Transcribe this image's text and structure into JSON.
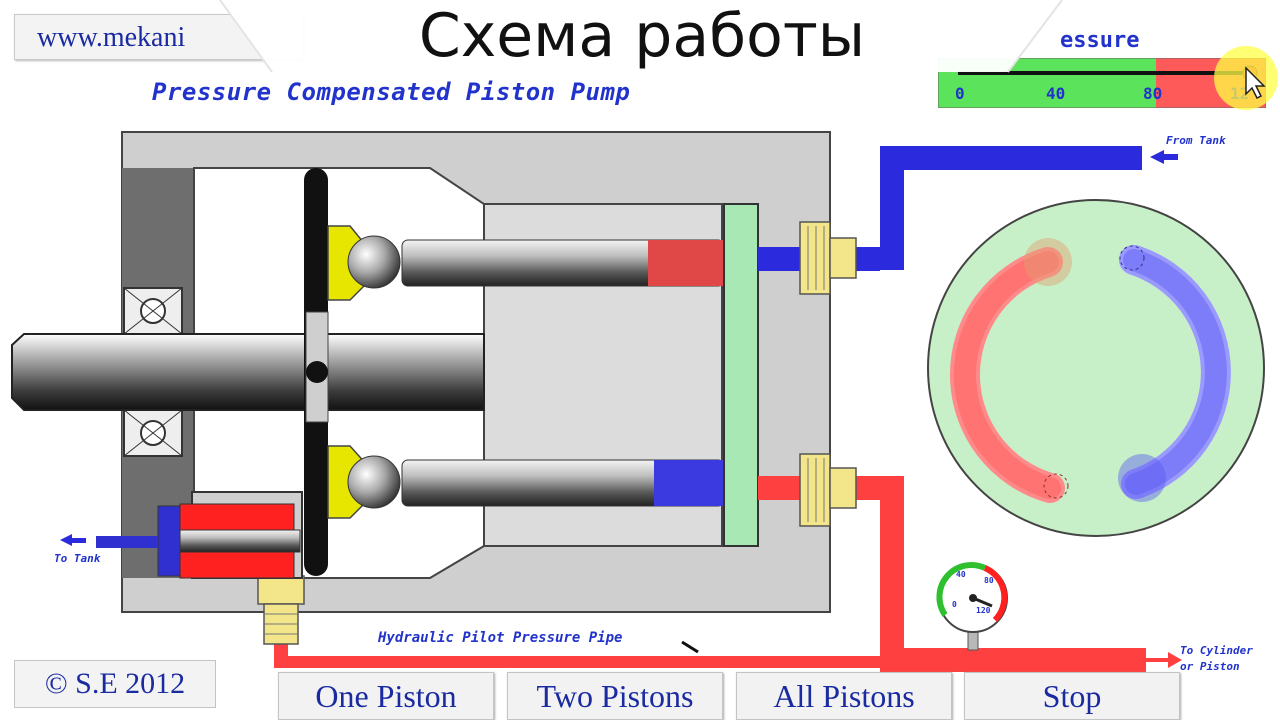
{
  "header": {
    "url_text": "www.mekani",
    "banner_title": "Схема работы",
    "subtitle": "Pressure Compensated Piston Pump"
  },
  "gauge": {
    "title": "essure",
    "scale_labels": [
      "0",
      "40",
      "80",
      "12"
    ],
    "round_gauge_labels": [
      "40",
      "80",
      "0",
      "120"
    ]
  },
  "labels": {
    "from_tank": "From Tank",
    "to_tank": "To Tank",
    "pilot_pipe": "Hydraulic Pilot Pressure Pipe",
    "to_cylinder_1": "To Cylinder",
    "to_cylinder_2": "or Piston"
  },
  "footer": {
    "copyright": "© S.E 2012",
    "buttons": [
      "One Piston",
      "Two Pistons",
      "All Pistons",
      "Stop"
    ]
  },
  "colors": {
    "pressure": "#ff4040",
    "suction": "#2b2bdd",
    "housing": "#cfcfcf",
    "plate": "#a8e8b4",
    "valve_plate": "#c8f0c8",
    "fitting": "#f2e58a",
    "shoe": "#e6e600"
  }
}
